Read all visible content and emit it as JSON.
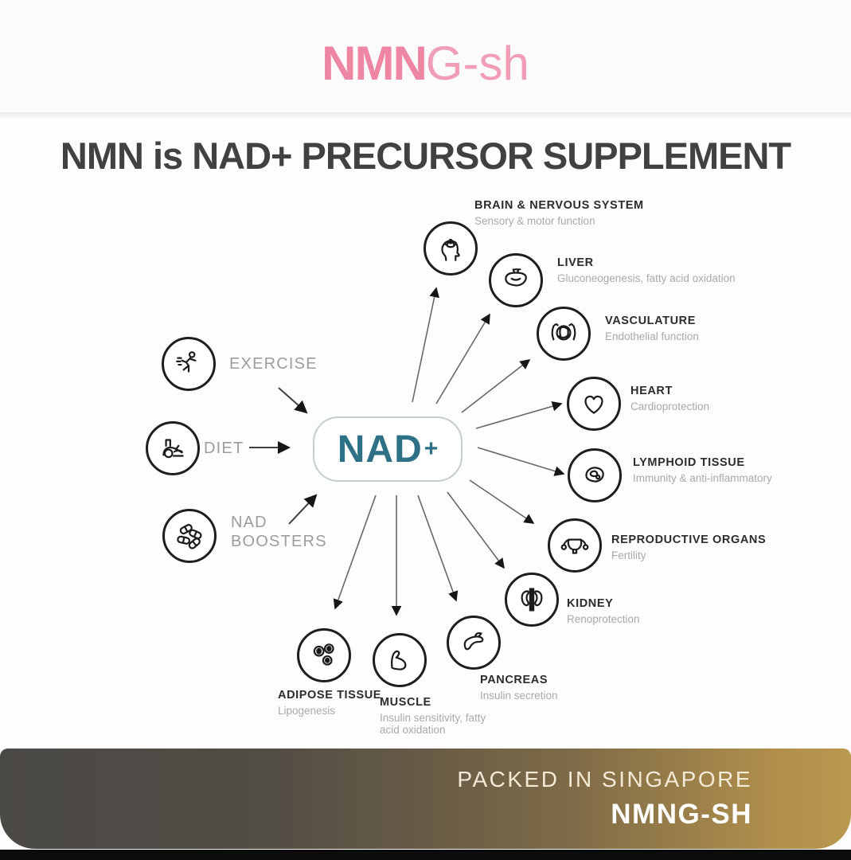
{
  "logo": {
    "bold": "NMN",
    "light": "G-sh"
  },
  "title": "NMN is NAD+ PRECURSOR SUPPLEMENT",
  "diagram": {
    "center": {
      "label": "NAD",
      "sup": "+"
    },
    "sources": [
      {
        "label": "EXERCISE",
        "icon": "runner-icon"
      },
      {
        "label": "DIET",
        "icon": "diet-icon"
      },
      {
        "label": "NAD BOOSTERS",
        "icon": "pills-icon"
      }
    ],
    "targets": [
      {
        "label": "BRAIN & NERVOUS SYSTEM",
        "sub": "Sensory & motor function",
        "icon": "brain-icon"
      },
      {
        "label": "LIVER",
        "sub": "Gluconeogenesis, fatty acid oxidation",
        "icon": "liver-icon"
      },
      {
        "label": "VASCULATURE",
        "sub": "Endothelial function",
        "icon": "vasculature-icon"
      },
      {
        "label": "HEART",
        "sub": "Cardioprotection",
        "icon": "heart-icon"
      },
      {
        "label": "LYMPHOID TISSUE",
        "sub": "Immunity & anti-inflammatory",
        "icon": "lymphoid-icon"
      },
      {
        "label": "REPRODUCTIVE ORGANS",
        "sub": "Fertility",
        "icon": "uterus-icon"
      },
      {
        "label": "KIDNEY",
        "sub": "Renoprotection",
        "icon": "kidney-icon"
      },
      {
        "label": "PANCREAS",
        "sub": "Insulin secretion",
        "icon": "pancreas-icon"
      },
      {
        "label": "MUSCLE",
        "sub": "Insulin sensitivity, fatty acid oxidation",
        "icon": "muscle-icon"
      },
      {
        "label": "ADIPOSE TISSUE",
        "sub": "Lipogenesis",
        "icon": "adipose-icon"
      }
    ]
  },
  "footer": {
    "line1": "PACKED IN SINGAPORE",
    "line2": "NMNG-SH"
  },
  "colors": {
    "brand_pink": "#ee86a3",
    "nad_teal": "#2e7186",
    "title_gray": "#414141",
    "sub_gray": "#a9a9a9",
    "footer_gray": "#4b4946",
    "footer_gold": "#b2904c",
    "bottom_strip_black": "#0c0c0c"
  }
}
